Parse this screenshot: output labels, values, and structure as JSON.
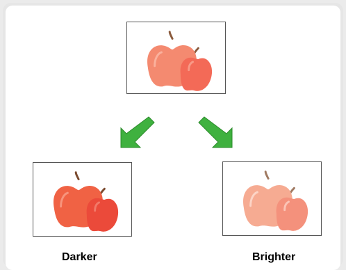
{
  "labels": {
    "darker": "Darker",
    "brighter": "Brighter"
  },
  "images": {
    "original": "apples-image",
    "darker": "apples-image",
    "brighter": "apples-image"
  },
  "colors": {
    "arrow": "#3fb13f",
    "original_big_apple": "#f48a70",
    "original_small_apple": "#f36a57",
    "darker_big_apple": "#f06244",
    "darker_small_apple": "#eb4a3a",
    "brighter_big_apple": "#f6ab92",
    "brighter_small_apple": "#f4917c",
    "stem": "#8a5a3c",
    "leaf_stem": "#8a5a3c"
  }
}
